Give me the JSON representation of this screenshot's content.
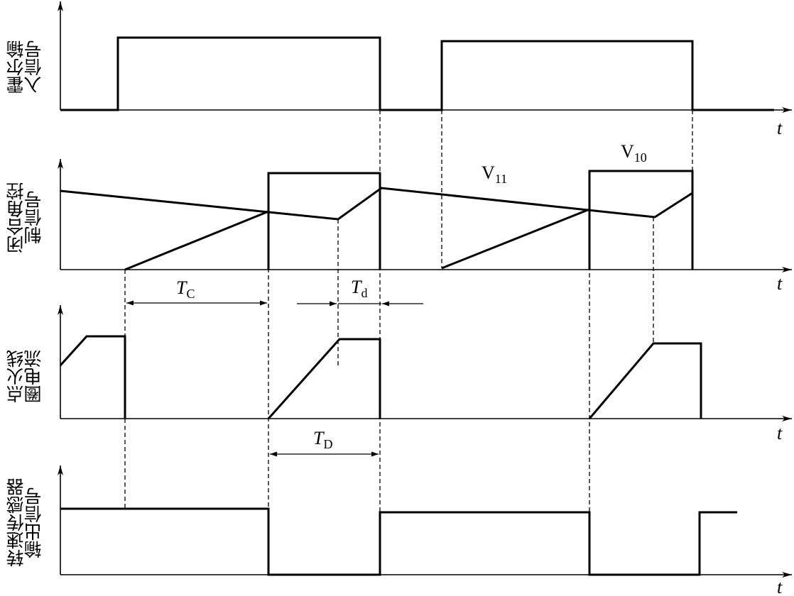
{
  "panels": [
    {
      "id": "hall",
      "ylabel_lines": [
        "霍尔输",
        "入信号"
      ],
      "axis_label": "t"
    },
    {
      "id": "dwell",
      "ylabel_lines": [
        "闭合角控",
        "制信号"
      ],
      "axis_label": "t"
    },
    {
      "id": "coil",
      "ylabel_lines": [
        "点火线",
        "圈电流"
      ],
      "axis_label": "t"
    },
    {
      "id": "speed",
      "ylabel_lines": [
        "转速传感器",
        "输出信号"
      ],
      "axis_label": "t"
    }
  ],
  "annotations": {
    "v11": {
      "main": "V",
      "sub": "11"
    },
    "v10": {
      "main": "V",
      "sub": "10"
    },
    "tc": {
      "main": "T",
      "sub": "C"
    },
    "td_small": {
      "main": "T",
      "sub": "d"
    },
    "td_big": {
      "main": "T",
      "sub": "D"
    }
  }
}
